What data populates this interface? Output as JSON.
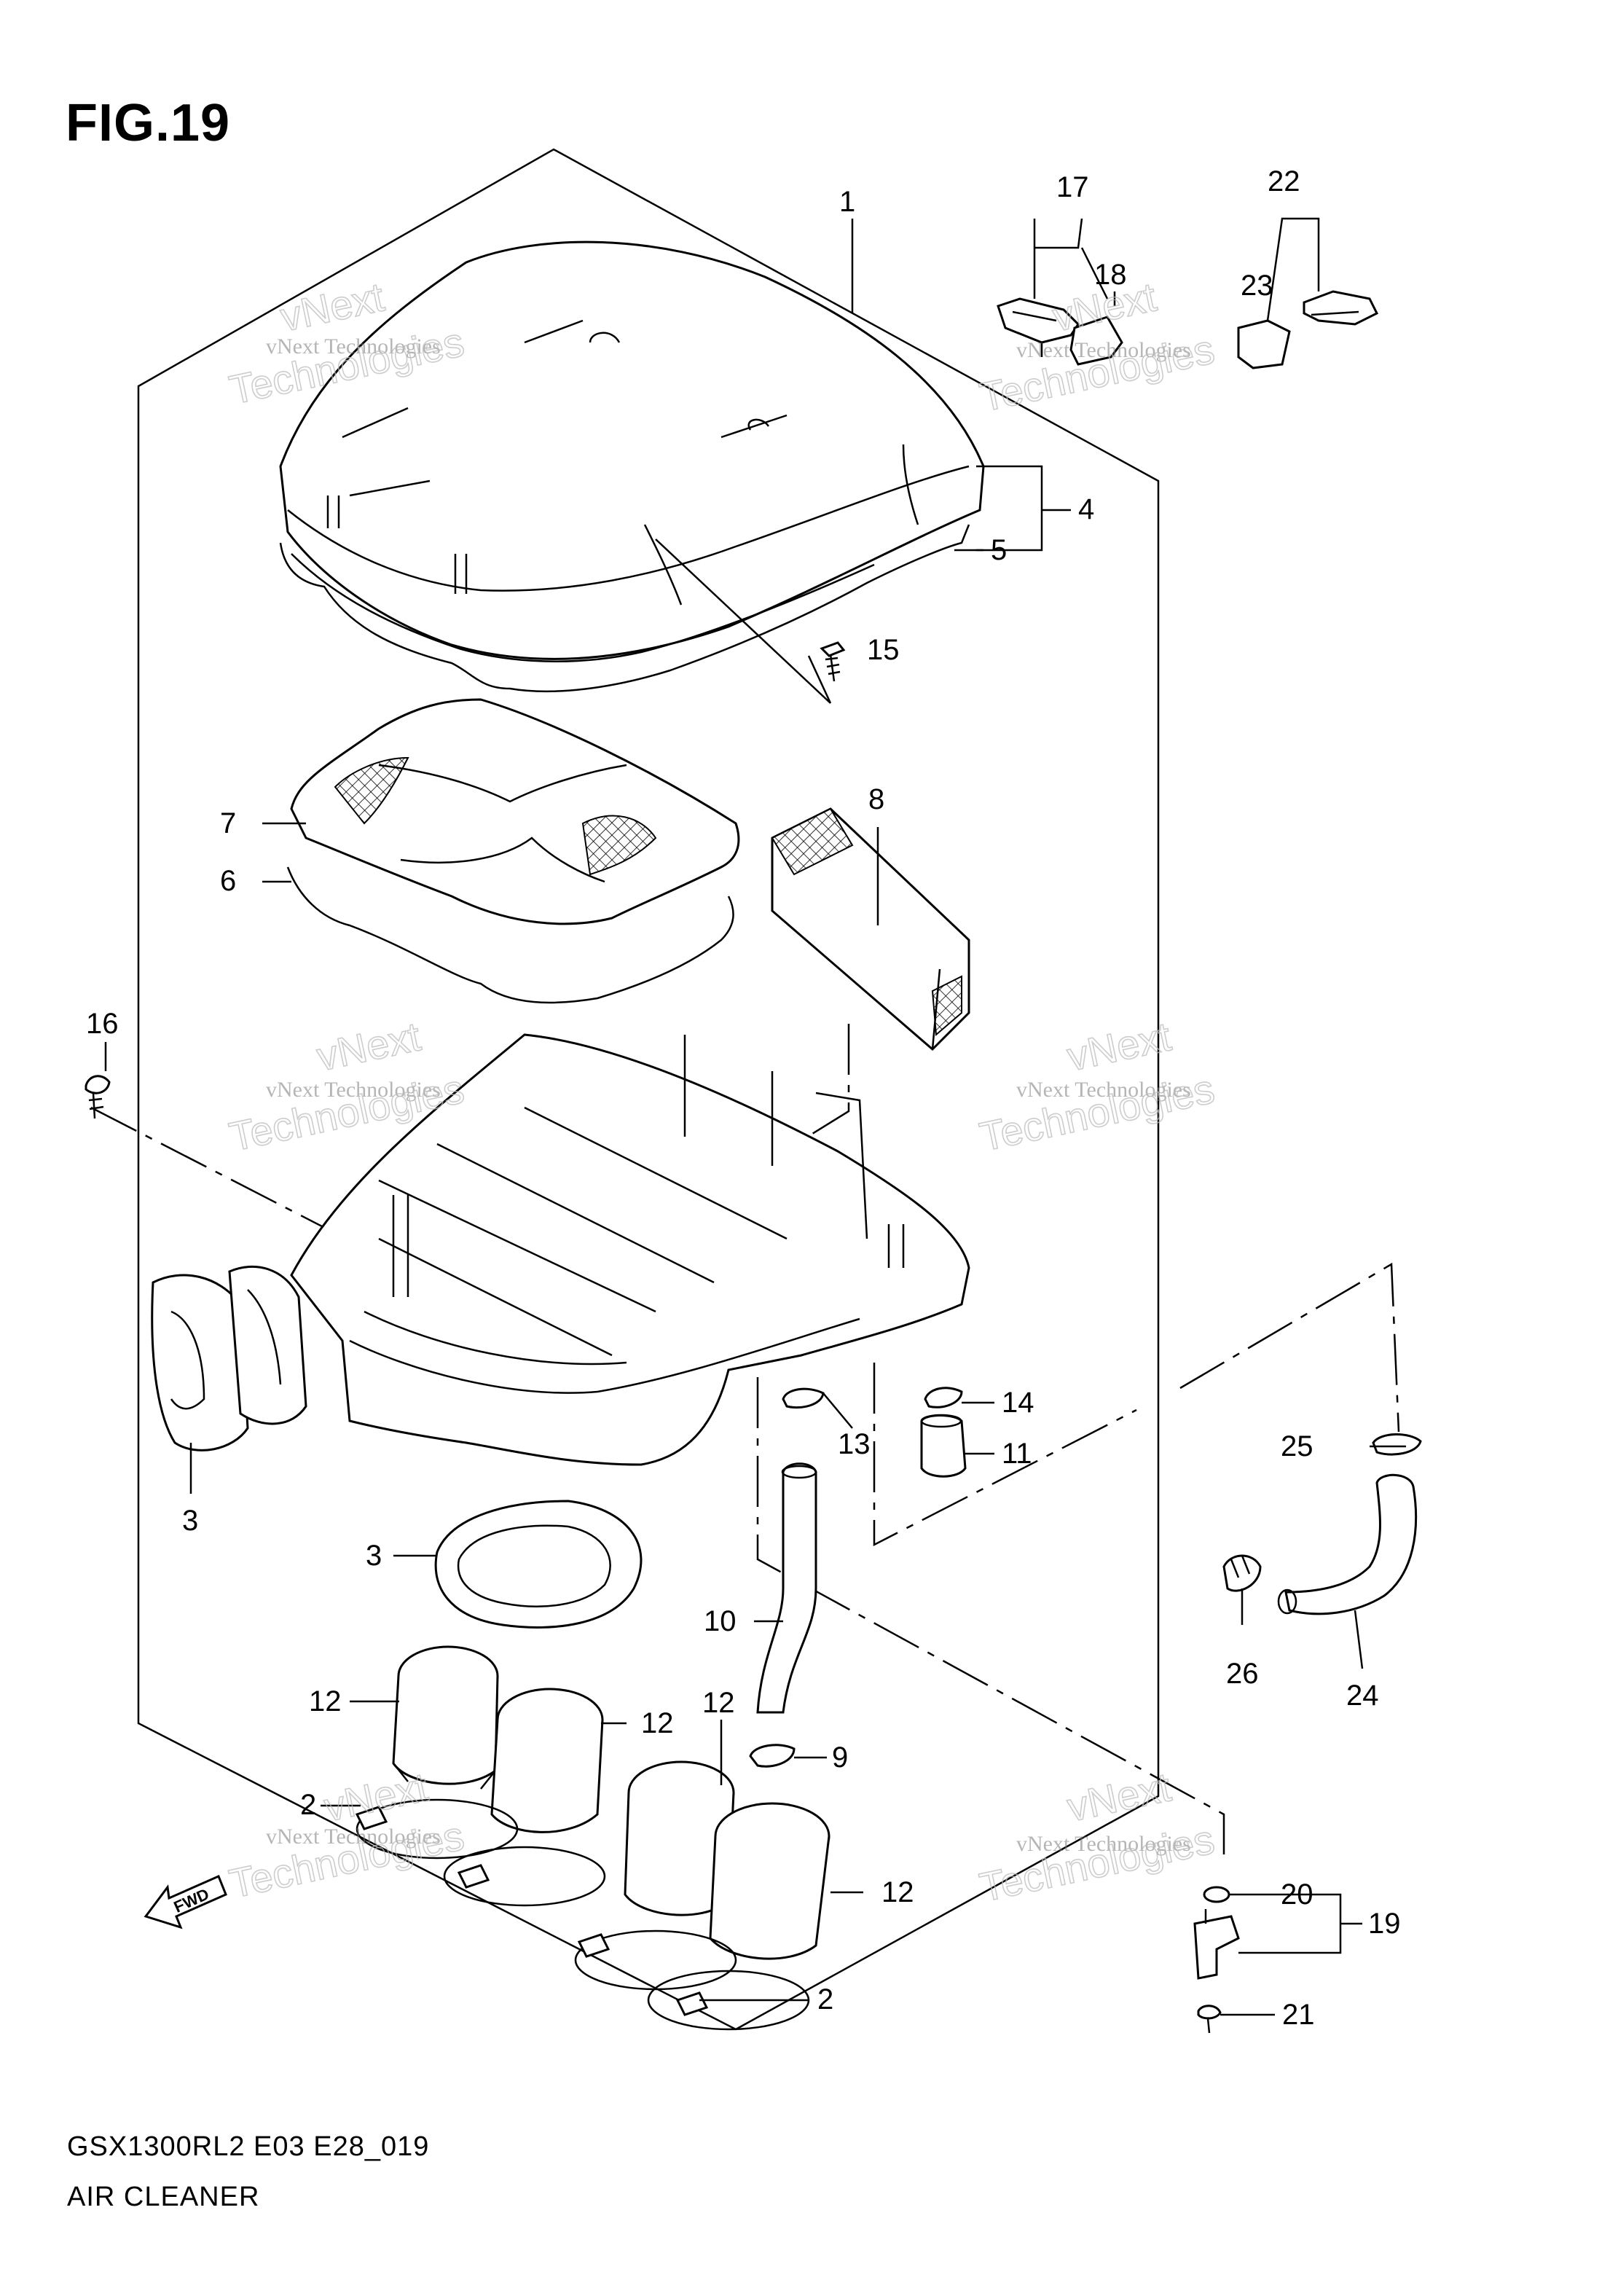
{
  "figure": {
    "title": "FIG.19",
    "model_code": "GSX1300RL2 E03 E28_019",
    "section_name": "AIR CLEANER"
  },
  "watermark": {
    "small": "vNext Technologies",
    "large_line1": "vNext",
    "large_line2": "Technologies"
  },
  "fwd_marker": {
    "label": "FWD"
  },
  "callouts": [
    {
      "id": "c1",
      "label": "1"
    },
    {
      "id": "c4",
      "label": "4"
    },
    {
      "id": "c5",
      "label": "5"
    },
    {
      "id": "c15",
      "label": "15"
    },
    {
      "id": "c17",
      "label": "17"
    },
    {
      "id": "c18",
      "label": "18"
    },
    {
      "id": "c22",
      "label": "22"
    },
    {
      "id": "c23",
      "label": "23"
    },
    {
      "id": "c7",
      "label": "7"
    },
    {
      "id": "c6",
      "label": "6"
    },
    {
      "id": "c8",
      "label": "8"
    },
    {
      "id": "c16",
      "label": "16"
    },
    {
      "id": "c3a",
      "label": "3"
    },
    {
      "id": "c3b",
      "label": "3"
    },
    {
      "id": "c14",
      "label": "14"
    },
    {
      "id": "c13",
      "label": "13"
    },
    {
      "id": "c11",
      "label": "11"
    },
    {
      "id": "c25",
      "label": "25"
    },
    {
      "id": "c10",
      "label": "10"
    },
    {
      "id": "c26",
      "label": "26"
    },
    {
      "id": "c24",
      "label": "24"
    },
    {
      "id": "c12a",
      "label": "12"
    },
    {
      "id": "c12b",
      "label": "12"
    },
    {
      "id": "c12c",
      "label": "12"
    },
    {
      "id": "c12d",
      "label": "12"
    },
    {
      "id": "c9",
      "label": "9"
    },
    {
      "id": "c2a",
      "label": "2"
    },
    {
      "id": "c2b",
      "label": "2"
    },
    {
      "id": "c20",
      "label": "20"
    },
    {
      "id": "c19",
      "label": "19"
    },
    {
      "id": "c21",
      "label": "21"
    }
  ]
}
